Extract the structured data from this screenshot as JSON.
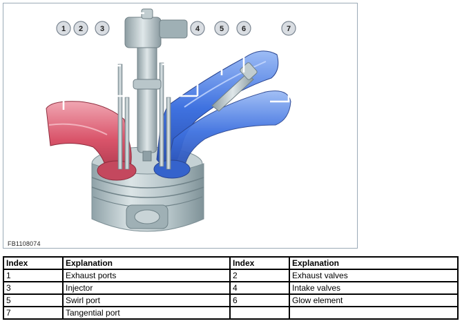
{
  "figure": {
    "id_label": "FB1108074",
    "callouts": [
      "1",
      "2",
      "3",
      "4",
      "5",
      "6",
      "7"
    ]
  },
  "legend": {
    "headers": [
      "Index",
      "Explanation",
      "Index",
      "Explanation"
    ],
    "rows": [
      [
        "1",
        "Exhaust ports",
        "2",
        "Exhaust valves"
      ],
      [
        "3",
        "Injector",
        "4",
        "Intake valves"
      ],
      [
        "5",
        "Swirl port",
        "6",
        "Glow element"
      ],
      [
        "7",
        "Tangential port",
        "",
        ""
      ]
    ]
  },
  "colors": {
    "exhaust": "#d9546a",
    "intake": "#3f72e0",
    "metal": "#a9b8bd"
  }
}
